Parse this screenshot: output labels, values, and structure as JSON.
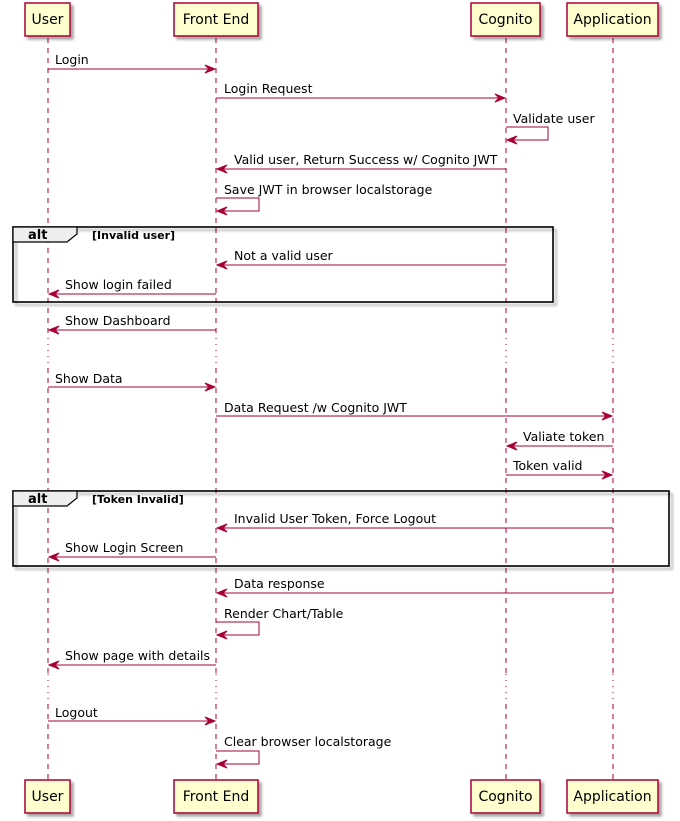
{
  "participants": [
    {
      "id": "user",
      "label": "User"
    },
    {
      "id": "frontend",
      "label": "Front End"
    },
    {
      "id": "cognito",
      "label": "Cognito"
    },
    {
      "id": "application",
      "label": "Application"
    }
  ],
  "messages": [
    {
      "from": "user",
      "to": "frontend",
      "label": "Login"
    },
    {
      "from": "frontend",
      "to": "cognito",
      "label": "Login Request"
    },
    {
      "from": "cognito",
      "to": "cognito",
      "label": "Validate user"
    },
    {
      "from": "cognito",
      "to": "frontend",
      "label": "Valid user, Return Success w/ Cognito JWT"
    },
    {
      "from": "frontend",
      "to": "frontend",
      "label": "Save JWT in browser localstorage"
    },
    {
      "from": "cognito",
      "to": "frontend",
      "label": "Not a valid user"
    },
    {
      "from": "frontend",
      "to": "user",
      "label": "Show login failed"
    },
    {
      "from": "frontend",
      "to": "user",
      "label": "Show Dashboard"
    },
    {
      "from": "user",
      "to": "frontend",
      "label": "Show Data"
    },
    {
      "from": "frontend",
      "to": "application",
      "label": "Data Request /w Cognito JWT"
    },
    {
      "from": "application",
      "to": "cognito",
      "label": "Valiate token"
    },
    {
      "from": "cognito",
      "to": "application",
      "label": "Token valid"
    },
    {
      "from": "application",
      "to": "frontend",
      "label": "Invalid User Token, Force Logout"
    },
    {
      "from": "frontend",
      "to": "user",
      "label": "Show Login Screen"
    },
    {
      "from": "application",
      "to": "frontend",
      "label": "Data response"
    },
    {
      "from": "frontend",
      "to": "frontend",
      "label": "Render Chart/Table"
    },
    {
      "from": "frontend",
      "to": "user",
      "label": "Show page with details"
    },
    {
      "from": "user",
      "to": "frontend",
      "label": "Logout"
    },
    {
      "from": "frontend",
      "to": "frontend",
      "label": "Clear browser localstorage"
    }
  ],
  "groups": [
    {
      "keyword": "alt",
      "condition": "[Invalid user]"
    },
    {
      "keyword": "alt",
      "condition": "[Token Invalid]"
    }
  ],
  "colors": {
    "arrow": "#a80036",
    "participant_fill": "#fefece",
    "participant_border": "#a80036",
    "group_tab": "#eeeeee",
    "lifeline": "#a80036"
  }
}
